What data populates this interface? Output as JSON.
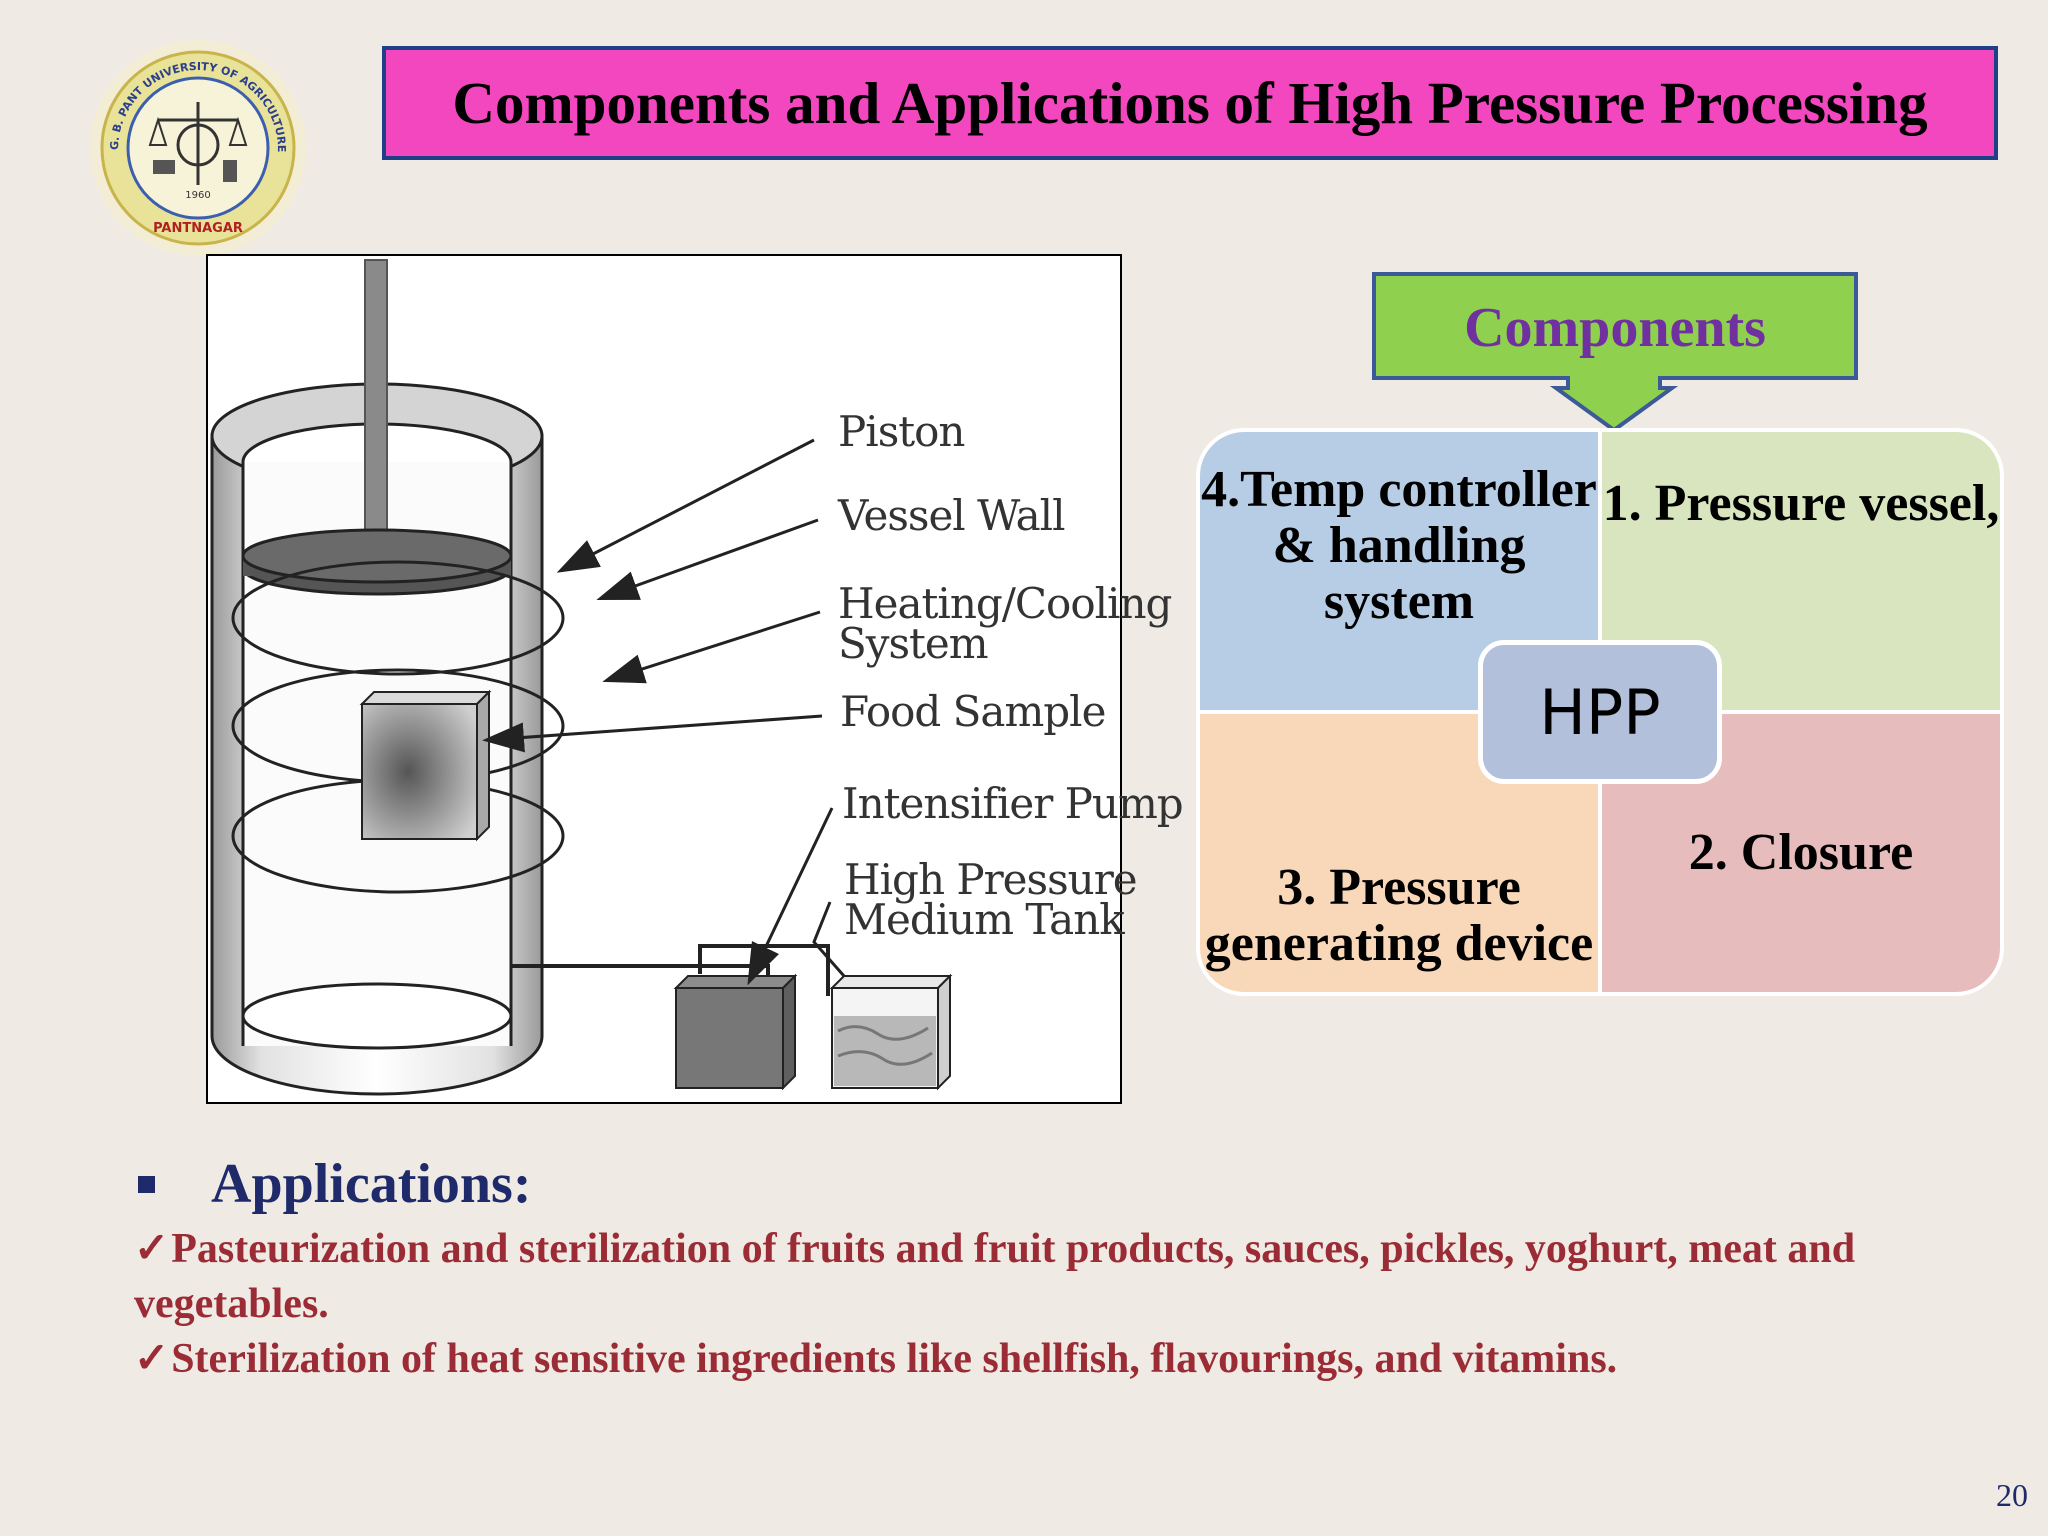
{
  "title": "Components and Applications of High Pressure Processing",
  "logo": {
    "text_top": "G. B. PANT UNIVERSITY OF AGRICULTURE & TECHNOLOGY",
    "text_bottom": "PANTNAGAR",
    "year": "1960"
  },
  "diagram": {
    "labels": {
      "piston": "Piston",
      "vessel_wall": "Vessel Wall",
      "heating_line1": "Heating/Cooling",
      "heating_line2": "System",
      "food_sample": "Food Sample",
      "intensifier_pump": "Intensifier Pump",
      "tank_line1": "High Pressure",
      "tank_line2": "Medium Tank"
    }
  },
  "components": {
    "callout_label": "Components",
    "center": "HPP",
    "q_top_left": "4.Temp controller & handling system",
    "q_top_right": "1. Pressure vessel,",
    "q_bottom_left": "3. Pressure generating device",
    "q_bottom_right": "2. Closure"
  },
  "applications": {
    "heading": "Applications:",
    "check_glyph": "✓",
    "items": [
      "Pasteurization and sterilization of fruits and fruit products, sauces, pickles, yoghurt, meat and vegetables.",
      "Sterilization of heat sensitive ingredients like shellfish, flavourings, and vitamins."
    ]
  },
  "page_number": "20",
  "colors": {
    "background": "#efebe4",
    "title_fill": "#f247be",
    "title_border": "#1f3f86",
    "callout_fill": "#8fd14f",
    "callout_text": "#7030a0",
    "app_text": "#9b2c36",
    "heading_text": "#1f2a6b"
  }
}
